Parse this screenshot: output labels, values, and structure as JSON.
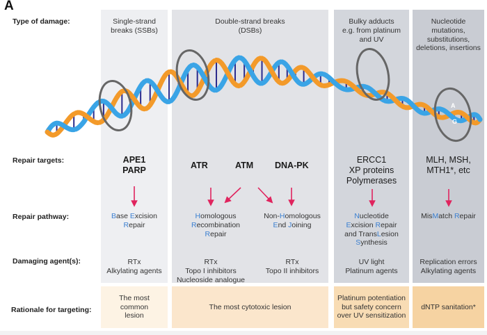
{
  "figure": {
    "panel_letter": "A"
  },
  "row_labels": {
    "type_of_damage": "Type of damage:",
    "repair_targets": "Repair targets:",
    "repair_pathway": "Repair pathway:",
    "damaging_agents": "Damaging agent(s):",
    "rationale": "Rationale for targeting:"
  },
  "colors": {
    "col_ssb_bg": "#eeeff2",
    "col_dsb_bg": "#e2e3e7",
    "col_bulky_bg": "#d3d6dc",
    "col_nucleotide_bg": "#c9ccd3",
    "rationale_ssb_bg": "#fdf3e4",
    "rationale_dsb_bg": "#fbe6cc",
    "rationale_bulky_bg": "#f8dcb4",
    "rationale_nucleotide_bg": "#f6d3a2",
    "arrow": "#e0245e",
    "pathway_highlight": "#3b7fd0",
    "dna_orange": "#f39a2a",
    "dna_blue": "#3aa4e6",
    "dna_base": "#2a2a8c",
    "ring": "#666666"
  },
  "columns": [
    {
      "id": "ssb",
      "damage": [
        "Single-strand",
        "breaks (SSBs)"
      ],
      "targets": [
        "APE1",
        "PARP"
      ],
      "pathway": [
        [
          [
            "B",
            "hl"
          ],
          [
            "ase ",
            ""
          ],
          [
            "E",
            "hl"
          ],
          [
            "xcision",
            ""
          ]
        ],
        [
          [
            "R",
            "hl"
          ],
          [
            "epair",
            ""
          ]
        ]
      ],
      "agents": [
        "RTx",
        "Alkylating agents"
      ],
      "rationale": "The most common lesion"
    },
    {
      "id": "dsb",
      "damage": [
        "Double-strand breaks",
        "(DSBs)"
      ],
      "targets": [
        "ATR",
        "ATM",
        "DNA-PK"
      ],
      "pathway_hr": [
        [
          [
            "H",
            "hl"
          ],
          [
            "omologous",
            ""
          ]
        ],
        [
          [
            "R",
            "hl"
          ],
          [
            "ecombination",
            ""
          ]
        ],
        [
          [
            "R",
            "hl"
          ],
          [
            "epair",
            ""
          ]
        ]
      ],
      "pathway_nhej": [
        [
          [
            "Non-",
            ""
          ],
          [
            "H",
            "hl"
          ],
          [
            "omologous",
            ""
          ]
        ],
        [
          [
            "E",
            "hl"
          ],
          [
            "nd ",
            ""
          ],
          [
            "J",
            "hl"
          ],
          [
            "oining",
            ""
          ]
        ]
      ],
      "agents_hr": [
        "RTx",
        "Topo I inhibitors",
        "Nucleoside analogue"
      ],
      "agents_nhej": [
        "RTx",
        "Topo II inhibitors"
      ],
      "rationale": "The most cytotoxic lesion"
    },
    {
      "id": "bulky",
      "damage": [
        "Bulky adducts",
        "e.g. from platinum",
        "and UV"
      ],
      "targets": [
        "ERCC1",
        "XP proteins",
        "Polymerases"
      ],
      "pathway": [
        [
          [
            "N",
            "hl"
          ],
          [
            "ucleotide",
            ""
          ]
        ],
        [
          [
            "E",
            "hl"
          ],
          [
            "xcision ",
            ""
          ],
          [
            "R",
            "hl"
          ],
          [
            "epair",
            ""
          ]
        ],
        [
          [
            "and Trans",
            ""
          ],
          [
            "L",
            "hl"
          ],
          [
            "esion",
            ""
          ]
        ],
        [
          [
            "S",
            "hl"
          ],
          [
            "ynthesis",
            ""
          ]
        ]
      ],
      "agents": [
        "UV light",
        "Platinum agents"
      ],
      "rationale": "Platinum potentiation but safety concern over UV sensitization"
    },
    {
      "id": "nucleotide",
      "damage": [
        "Nucleotide",
        "mutations,",
        "substitutions,",
        "deletions, insertions"
      ],
      "targets": [
        "MLH, MSH,",
        "MTH1*, etc"
      ],
      "pathway": [
        [
          [
            "Mis",
            ""
          ],
          [
            "M",
            "hl"
          ],
          [
            "atch ",
            ""
          ],
          [
            "R",
            "hl"
          ],
          [
            "epair",
            ""
          ]
        ]
      ],
      "agents": [
        "Replication errors",
        "Alkylating agents"
      ],
      "rationale": "dNTP sanitation*"
    }
  ],
  "dna_labels": {
    "base_top": "A",
    "base_bottom": "G"
  }
}
